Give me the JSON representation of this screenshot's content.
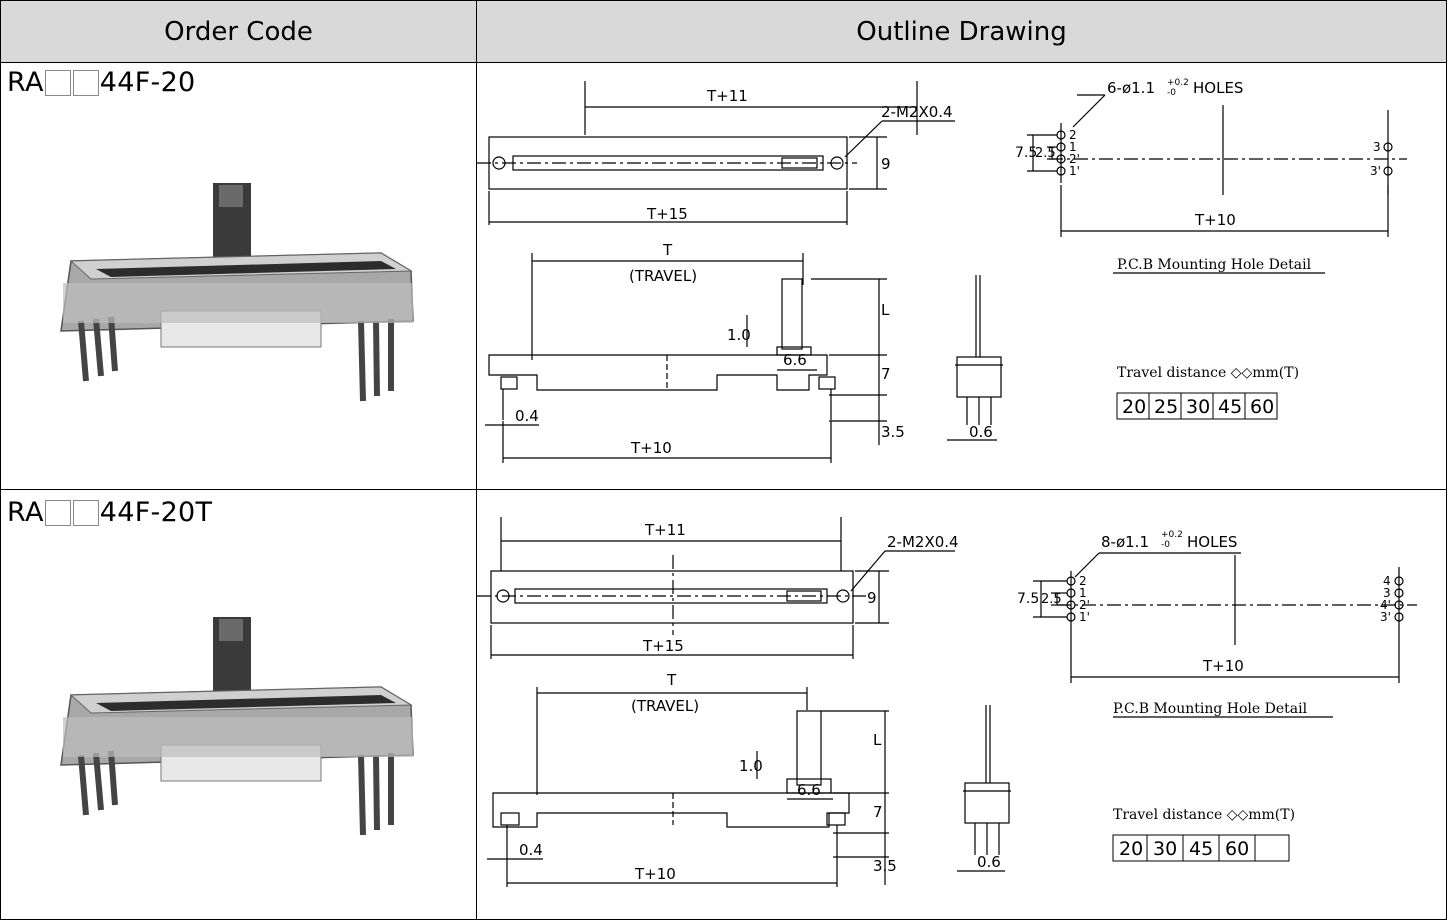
{
  "table": {
    "header_order_code": "Order Code",
    "header_outline_drawing": "Outline Drawing"
  },
  "rows": [
    {
      "code_prefix": "RA",
      "code_suffix": "44F-20",
      "dim": {
        "t11": "T+11",
        "m2": "2-M2X0.4",
        "t15": "T+15",
        "nine": "9",
        "holes_count": "6-ø1.1",
        "tol_plus": "+0.2",
        "tol_minus": "-0",
        "holes": "HOLES",
        "p2": "2",
        "p1": "1",
        "p2p": "2'",
        "p1p": "1'",
        "p3": "3",
        "p3p": "3'",
        "d75": "7.5",
        "d25": "2.5",
        "t10_pcb": "T+10",
        "t": "T",
        "travel": "(TRAVEL)",
        "l": "L",
        "d10": "1.0",
        "d66": "6.6",
        "d7": "7",
        "d04": "0.4",
        "d35": "3.5",
        "t10": "T+10",
        "d06": "0.6"
      },
      "pcb_caption": "P.C.B Mounting Hole Detail",
      "travel_caption": "Travel distance ◇◇mm(T)",
      "travel_values": [
        "20",
        "25",
        "30",
        "45",
        "60"
      ]
    },
    {
      "code_prefix": "RA",
      "code_suffix": "44F-20T",
      "dim": {
        "t11": "T+11",
        "m2": "2-M2X0.4",
        "t15": "T+15",
        "nine": "9",
        "holes_count": "8-ø1.1",
        "tol_plus": "+0.2",
        "tol_minus": "-0",
        "holes": "HOLES",
        "p2": "2",
        "p1": "1",
        "p2p": "2'",
        "p1p": "1'",
        "p4": "4",
        "p3": "3",
        "p4p": "4'",
        "p3p": "3'",
        "d75": "7.5",
        "d25": "2.5",
        "t10_pcb": "T+10",
        "t": "T",
        "travel": "(TRAVEL)",
        "l": "L",
        "d10": "1.0",
        "d66": "6.6",
        "d7": "7",
        "d04": "0.4",
        "d35": "3.5",
        "t10": "T+10",
        "d06": "0.6"
      },
      "pcb_caption": "P.C.B Mounting Hole Detail",
      "travel_caption": "Travel distance ◇◇mm(T)",
      "travel_values": [
        "20",
        "30",
        "45",
        "60",
        ""
      ]
    }
  ]
}
